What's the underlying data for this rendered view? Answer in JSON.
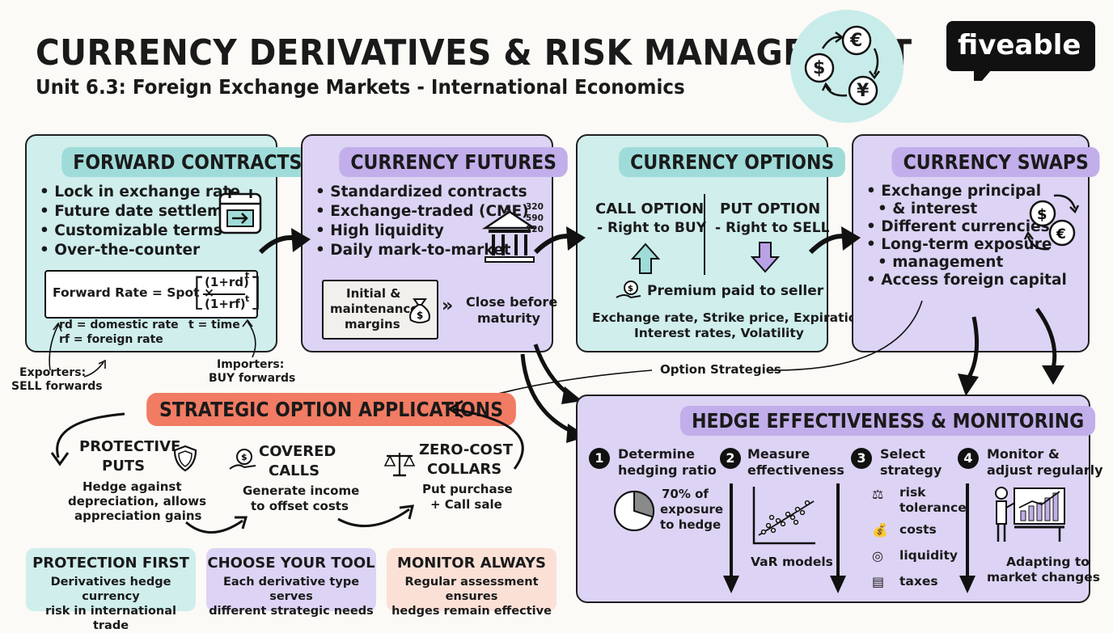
{
  "header": {
    "title": "CURRENCY DERIVATIVES & RISK MANAGEMENT",
    "subtitle": "Unit 6.3: Foreign Exchange Markets - International Economics",
    "brand": "fiveable",
    "currency_icons": [
      "$",
      "€",
      "¥"
    ]
  },
  "forward": {
    "title": "FORWARD CONTRACTS",
    "bullets": [
      "Lock in exchange rate",
      "Future date settlement",
      "Customizable terms",
      "Over-the-counter"
    ],
    "formula_left": "Forward Rate = Spot ×",
    "formula_num": "(1+rd)",
    "formula_den": "(1+rf)",
    "formula_exp": "t",
    "rd": "rd = domestic rate",
    "rf": "rf = foreign rate",
    "t": "t = time",
    "exporters_1": "Exporters:",
    "exporters_2": "SELL forwards",
    "importers_1": "Importers:",
    "importers_2": "BUY forwards"
  },
  "futures": {
    "title": "CURRENCY FUTURES",
    "bullets": [
      "Standardized contracts",
      "Exchange-traded (CME)",
      "High liquidity",
      "Daily mark-to-market"
    ],
    "ticker": [
      "320",
      "590",
      "220"
    ],
    "margin_1": "Initial &",
    "margin_2": "maintenance",
    "margin_3": "margins",
    "close_1": "Close before",
    "close_2": "maturity"
  },
  "options": {
    "title": "CURRENCY OPTIONS",
    "call_1": "CALL OPTION",
    "call_2": "- Right to BUY",
    "put_1": "PUT OPTION",
    "put_2": "- Right to SELL",
    "premium": "Premium paid to seller",
    "factors_1": "Exchange rate, Strike price, Expiration,",
    "factors_2": "Interest rates, Volatility"
  },
  "swaps": {
    "title": "CURRENCY SWAPS",
    "b1a": "Exchange principal",
    "b1b": "& interest",
    "b2": "Different currencies",
    "b3a": "Long-term exposure",
    "b3b": "management",
    "b4": "Access foreign capital"
  },
  "option_strategies_label": "Option Strategies",
  "strategic": {
    "title": "STRATEGIC OPTION APPLICATIONS",
    "puts_1": "PROTECTIVE",
    "puts_2": "PUTS",
    "puts_d1": "Hedge against",
    "puts_d2": "depreciation, allows",
    "puts_d3": "appreciation gains",
    "calls_1": "COVERED",
    "calls_2": "CALLS",
    "calls_d1": "Generate income",
    "calls_d2": "to offset costs",
    "collars_1": "ZERO-COST",
    "collars_2": "COLLARS",
    "collars_d1": "Put purchase",
    "collars_d2": "+ Call sale"
  },
  "hedge": {
    "title": "HEDGE EFFECTIVENESS & MONITORING",
    "steps": [
      {
        "n": "1",
        "l1": "Determine",
        "l2": "hedging ratio"
      },
      {
        "n": "2",
        "l1": "Measure",
        "l2": "effectiveness"
      },
      {
        "n": "3",
        "l1": "Select",
        "l2": "strategy"
      },
      {
        "n": "4",
        "l1": "Monitor &",
        "l2": "adjust regularly"
      }
    ],
    "ratio_1": "70% of",
    "ratio_2": "exposure",
    "ratio_3": "to hedge",
    "var": "VaR models",
    "factors": [
      "risk",
      "tolerance",
      "costs",
      "liquidity",
      "taxes"
    ],
    "adapt_1": "Adapting to",
    "adapt_2": "market changes",
    "ratio_share": 0.7
  },
  "bottom": [
    {
      "title": "PROTECTION FIRST",
      "d1": "Derivatives hedge currency",
      "d2": "risk in international trade"
    },
    {
      "title": "CHOOSE YOUR TOOL",
      "d1": "Each derivative type serves",
      "d2": "different strategic needs"
    },
    {
      "title": "MONITOR ALWAYS",
      "d1": "Regular assessment ensures",
      "d2": "hedges remain effective"
    }
  ],
  "colors": {
    "teal": "#cfeeec",
    "violet": "#ddd3f4",
    "coral": "#f17b63",
    "peach": "#fbe0d6"
  }
}
